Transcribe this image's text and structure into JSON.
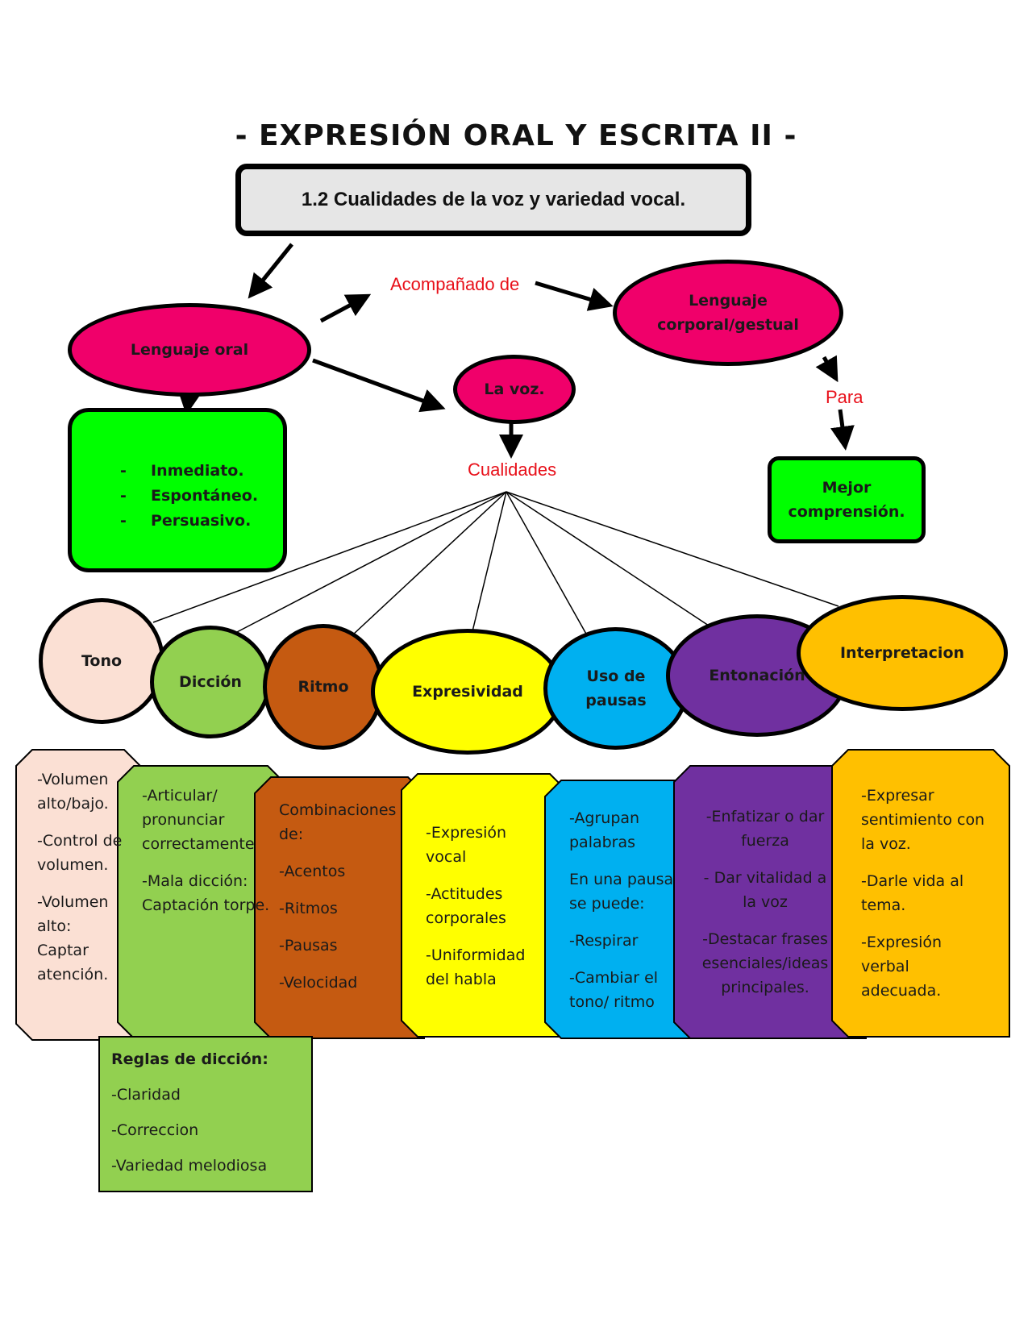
{
  "title": "- EXPRESIÓN ORAL Y ESCRITA II -",
  "topic": "1.2 Cualidades de la voz y variedad vocal.",
  "nodes": {
    "lenguaje_oral": "Lenguaje oral",
    "la_voz": "La voz.",
    "lenguaje_corporal": "Lenguaje corporal/gestual",
    "mejor_comprension": "Mejor comprensión."
  },
  "connectors": {
    "acompanado": "Acompañado de",
    "para": "Para",
    "cualidades": "Cualidades"
  },
  "oral_features": [
    "Inmediato.",
    "Espontáneo.",
    "Persuasivo."
  ],
  "oral_bullet": "-",
  "qualities": [
    {
      "name": "Tono",
      "color": "#fbe0d4",
      "details": [
        "-Volumen alto/bajo.",
        "-Control de volumen.",
        "-Volumen alto: Captar atención."
      ]
    },
    {
      "name": "Dicción",
      "color": "#92d050",
      "details": [
        "-Articular/ pronunciar correctamente",
        "-Mala dicción: Captación torpe."
      ]
    },
    {
      "name": "Ritmo",
      "color": "#c55a11",
      "details": [
        "Combinaciones de:",
        "-Acentos",
        "-Ritmos",
        "-Pausas",
        "-Velocidad"
      ]
    },
    {
      "name": "Expresividad",
      "color": "#ffff00",
      "details": [
        "-Expresión vocal",
        "-Actitudes corporales",
        "-Uniformidad del habla"
      ]
    },
    {
      "name": "Uso de pausas",
      "color": "#00b0f0",
      "details": [
        "-Agrupan palabras",
        "En una pausa se puede:",
        "-Respirar",
        "-Cambiar el tono/ ritmo"
      ]
    },
    {
      "name": "Entonación",
      "color": "#7030a0",
      "details": [
        "-Enfatizar o dar fuerza",
        "- Dar vitalidad a la voz",
        "-Destacar frases esenciales/ideas principales."
      ]
    },
    {
      "name": "Interpretacion",
      "color": "#ffc000",
      "details": [
        "-Expresar sentimiento con la voz.",
        "-Darle vida al tema.",
        "-Expresión verbal adecuada."
      ]
    }
  ],
  "diccion_rules": {
    "heading": "Reglas de dicción:",
    "items": [
      "-Claridad",
      "-Correccion",
      "-Variedad melodiosa"
    ]
  },
  "colors": {
    "pink": "#f0006a",
    "green": "#00ff00",
    "connector_text": "#e8101a",
    "topic_fill": "#e6e6e6"
  }
}
